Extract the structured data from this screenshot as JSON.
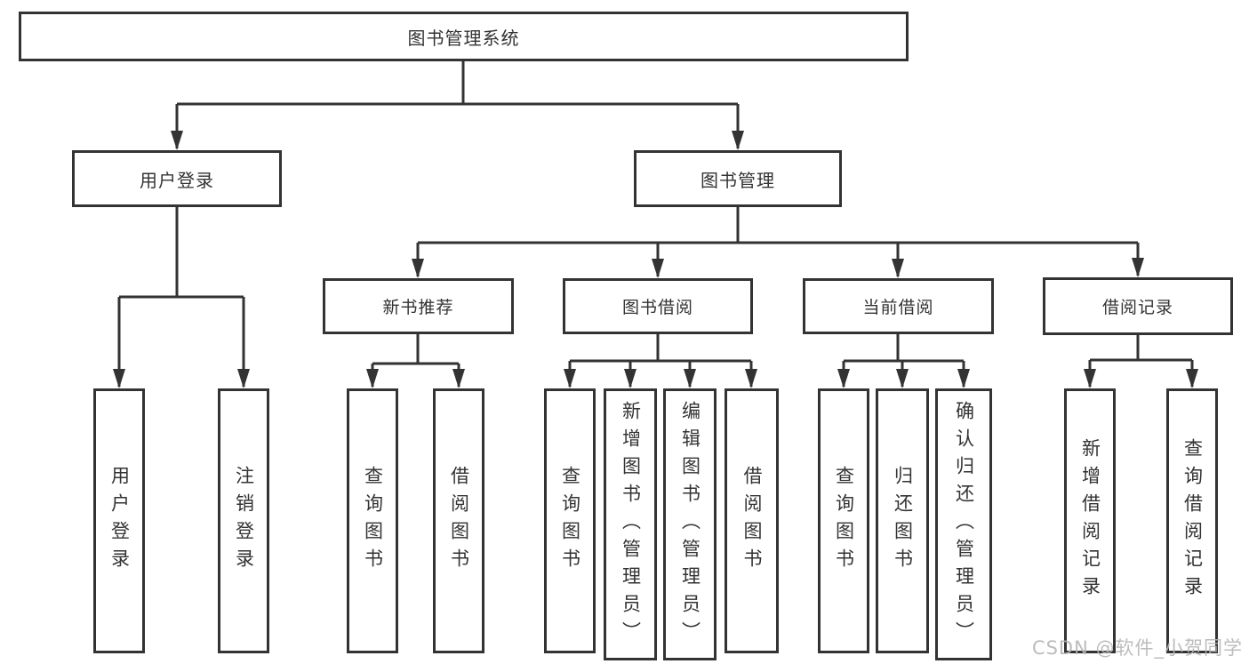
{
  "tree": {
    "label": "图书管理系统",
    "children": [
      {
        "label": "用户登录",
        "children": [
          {
            "label": "用户登录"
          },
          {
            "label": "注销登录"
          }
        ]
      },
      {
        "label": "图书管理",
        "children": [
          {
            "label": "新书推荐",
            "children": [
              {
                "label": "查询图书"
              },
              {
                "label": "借阅图书"
              }
            ]
          },
          {
            "label": "图书借阅",
            "children": [
              {
                "label": "查询图书"
              },
              {
                "label": "新增图书（管理员）"
              },
              {
                "label": "编辑图书（管理员）"
              },
              {
                "label": "借阅图书"
              }
            ]
          },
          {
            "label": "当前借阅",
            "children": [
              {
                "label": "查询图书"
              },
              {
                "label": "归还图书"
              },
              {
                "label": "确认归还（管理员）"
              }
            ]
          },
          {
            "label": "借阅记录",
            "children": [
              {
                "label": "新增借阅记录"
              },
              {
                "label": "查询借阅记录"
              }
            ]
          }
        ]
      }
    ]
  },
  "watermark": {
    "text": "CSDN @软件_小贺同学"
  },
  "colors": {
    "line": "#333333",
    "text": "#333333",
    "watermark": "#b5b5b5",
    "background": "#ffffff"
  }
}
